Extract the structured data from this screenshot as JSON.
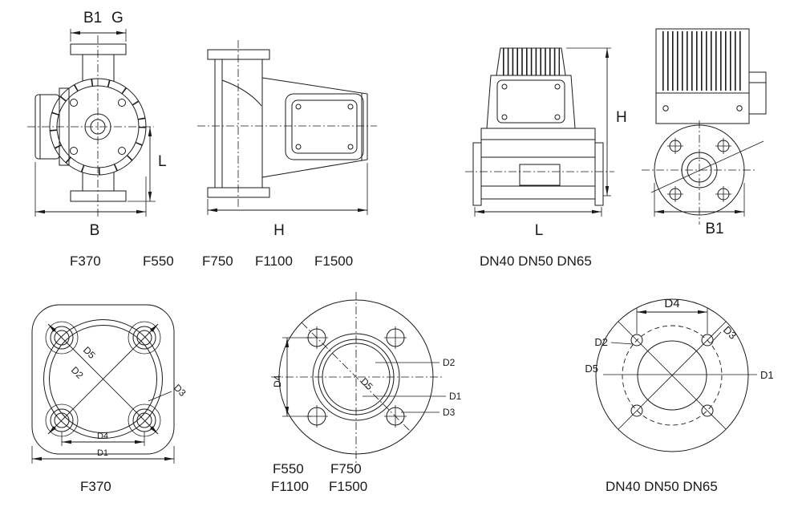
{
  "page": {
    "background": "#ffffff",
    "ink": "#1a1a1a"
  },
  "top_row": {
    "view1": {
      "dim_b1": "B1",
      "dim_g": "G",
      "dim_l": "L",
      "dim_b": "B"
    },
    "view2": {
      "dim_h": "H"
    },
    "view3": {
      "dim_h": "H",
      "dim_l": "L"
    },
    "view4": {
      "dim_b1": "B1"
    },
    "models": {
      "m1": "F370",
      "m2": "F550",
      "m3": "F750",
      "m4": "F1100",
      "m5": "F1500",
      "m6": "DN40 DN50 DN65"
    }
  },
  "bottom_row": {
    "flange_f370": {
      "d5": "D5",
      "d2": "D2",
      "d3": "D3",
      "d4": "D4",
      "d1": "D1",
      "caption": "F370"
    },
    "flange_f550": {
      "d4": "D4",
      "d5": "D5",
      "d2": "D2",
      "d1": "D1",
      "d3": "D3",
      "captions": {
        "c1": "F550",
        "c2": "F750",
        "c3": "F1100",
        "c4": "F1500"
      }
    },
    "flange_dn": {
      "d4": "D4",
      "d2": "D2",
      "d3": "D3",
      "d5": "D5",
      "d1": "D1",
      "caption": "DN40 DN50 DN65"
    }
  }
}
